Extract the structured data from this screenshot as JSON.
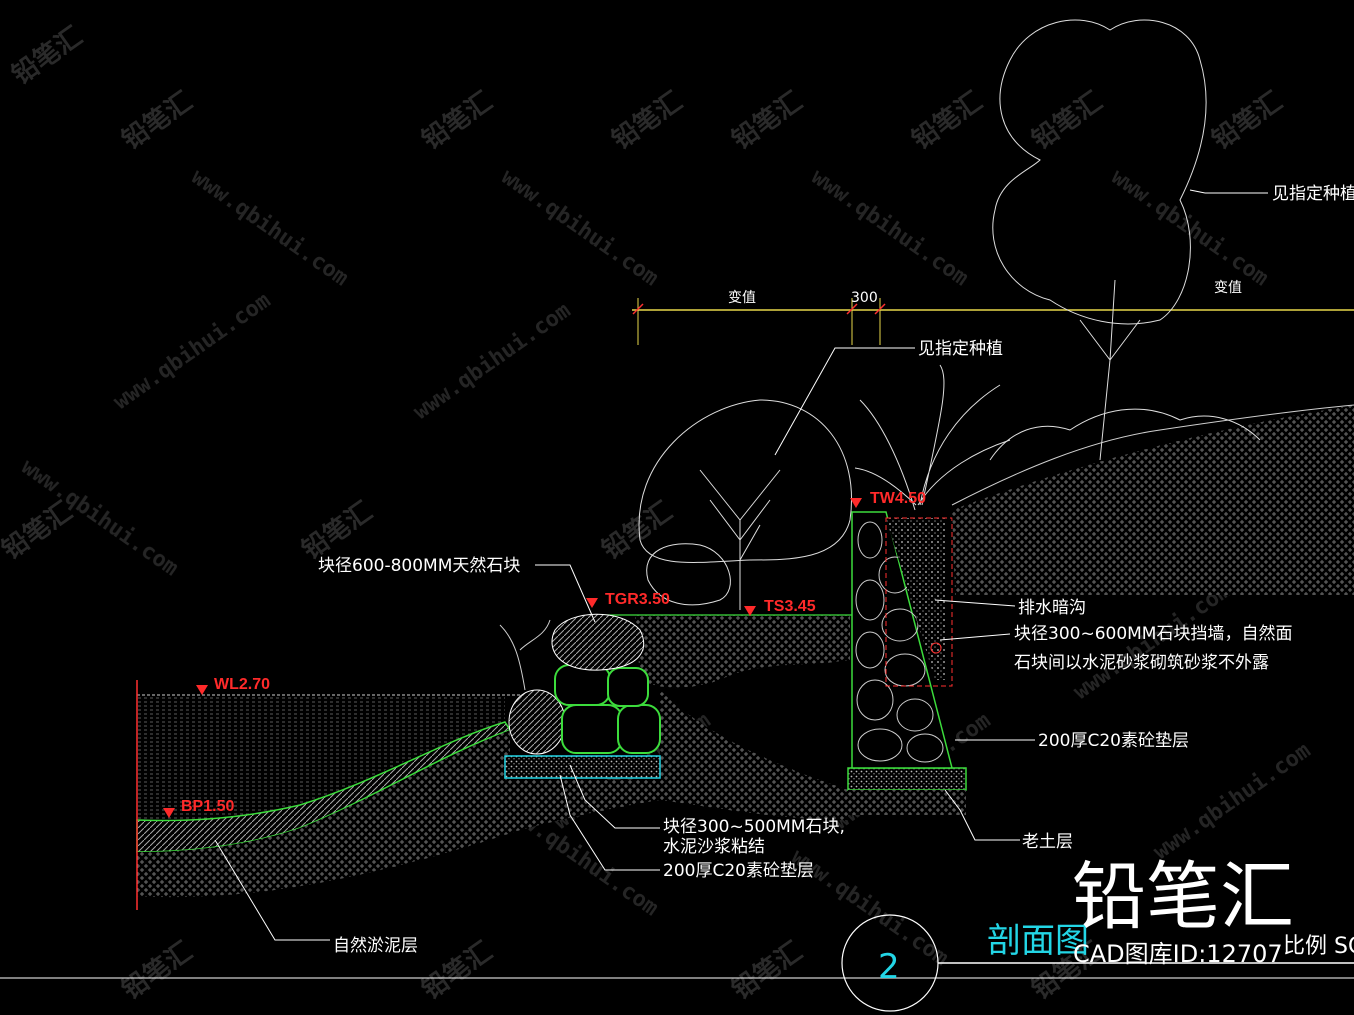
{
  "watermark": {
    "brand": "铅笔汇",
    "url": "www.qbihui.com"
  },
  "dimensions": {
    "left": "变值",
    "middle": "300",
    "right": "变值"
  },
  "elevations": {
    "wl": "WL2.70",
    "bp": "BP1.50",
    "tgr": "TGR3.50",
    "ts": "TS3.45",
    "tw": "TW4.50"
  },
  "labels": {
    "planting_top": "见指定种植",
    "planting_mid": "见指定种植",
    "natural_stone": "块径600-800MM天然石块",
    "drain": "排水暗沟",
    "wall_line1": "块径300~600MM石块挡墙，自然面",
    "wall_line2": "石块间以水泥砂浆砌筑砂浆不外露",
    "wall_base": "200厚C20素砼垫层",
    "stone_line1": "块径300~500MM石块,",
    "stone_line2": "水泥沙浆粘结",
    "stone_base": "200厚C20素砼垫层",
    "subsoil": "老土层",
    "silt": "自然淤泥层"
  },
  "title_block": {
    "section_no": "2",
    "title": "剖面图",
    "scale": "比例 SC",
    "brand": "铅笔汇",
    "cad_id": "CAD图库ID:12707"
  }
}
